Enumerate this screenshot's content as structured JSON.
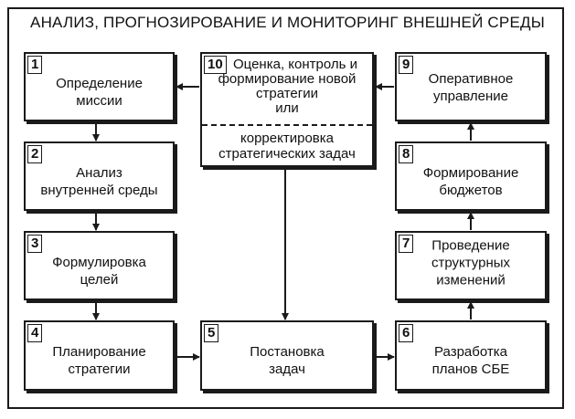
{
  "title": "АНАЛИЗ, ПРОГНОЗИРОВАНИЕ И МОНИТОРИНГ ВНЕШНЕЙ СРЕДЫ",
  "boxes": [
    {
      "num": "1",
      "lines": [
        "Определение",
        "миссии"
      ]
    },
    {
      "num": "2",
      "lines": [
        "Анализ",
        "внутренней среды"
      ]
    },
    {
      "num": "3",
      "lines": [
        "Формулировка",
        "целей"
      ]
    },
    {
      "num": "4",
      "lines": [
        "Планирование",
        "стратегии"
      ]
    },
    {
      "num": "5",
      "lines": [
        "Постановка",
        "задач"
      ]
    },
    {
      "num": "6",
      "lines": [
        "Разработка",
        "планов СБЕ"
      ]
    },
    {
      "num": "7",
      "lines": [
        "Проведение",
        "структурных",
        "изменений"
      ]
    },
    {
      "num": "8",
      "lines": [
        "Формирование",
        "бюджетов"
      ]
    },
    {
      "num": "9",
      "lines": [
        "Оперативное",
        "управление"
      ]
    },
    {
      "num": "10",
      "lines": [
        "Оценка, контроль и",
        "формирование новой",
        "стратегии",
        "или"
      ],
      "lines_bottom": [
        "корректировка",
        "стратегических задач"
      ]
    }
  ]
}
